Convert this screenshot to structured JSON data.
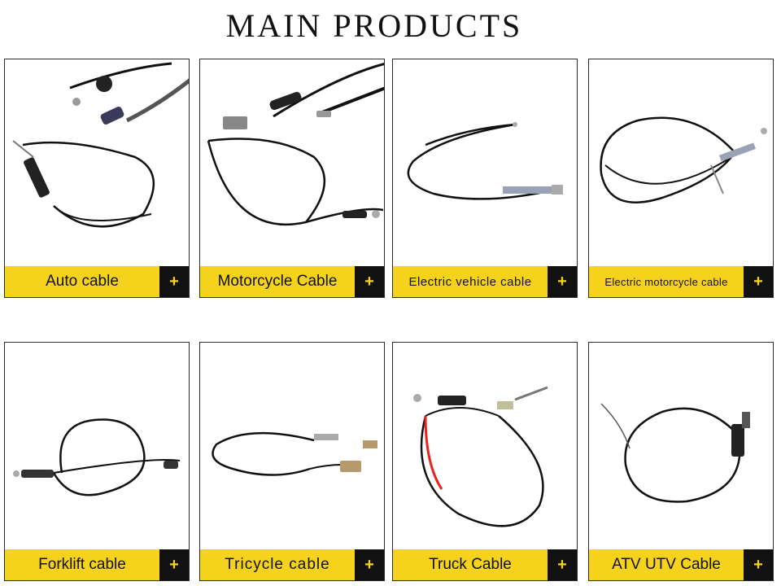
{
  "page": {
    "title": "MAIN PRODUCTS"
  },
  "products": [
    {
      "label": "Auto cable",
      "more": "+"
    },
    {
      "label": "Motorcycle Cable",
      "more": "+"
    },
    {
      "label": "Electric vehicle cable",
      "more": "+"
    },
    {
      "label": "Electric motorcycle cable",
      "more": "+"
    },
    {
      "label": "Forklift cable",
      "more": "+"
    },
    {
      "label": "Tricycle cable",
      "more": "+"
    },
    {
      "label": "Truck Cable",
      "more": "+"
    },
    {
      "label": "ATV UTV Cable",
      "more": "+"
    }
  ],
  "colors": {
    "accent": "#f5d21b",
    "plus_bg": "#111111",
    "border": "#2a2a2a",
    "cable": "#111111",
    "cable_red": "#e8231c"
  }
}
